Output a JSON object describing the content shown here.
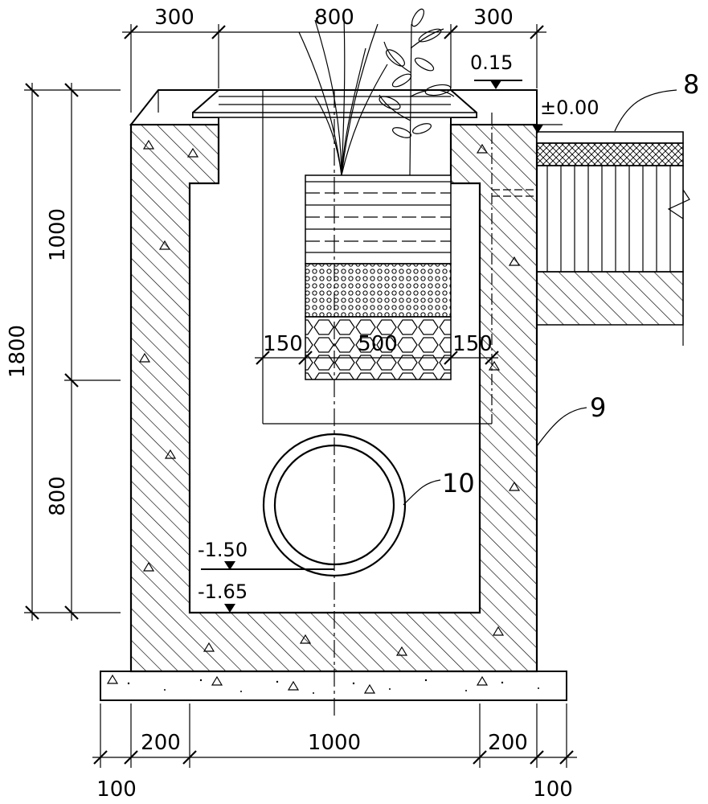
{
  "dimensions": {
    "top_left": "300",
    "top_middle": "800",
    "top_right": "300",
    "left_total": "1800",
    "left_upper": "1000",
    "left_lower": "800",
    "inner_left": "150",
    "inner_middle": "500",
    "inner_right": "150",
    "bottom_left_outer": "100",
    "bottom_left_wall": "200",
    "bottom_middle": "1000",
    "bottom_right_wall": "200",
    "bottom_right_outer": "100"
  },
  "elevations": {
    "top_edge": "0.15",
    "ground": "±0.00",
    "pipe_invert": "-1.50",
    "chamber_floor": "-1.65"
  },
  "callouts": {
    "pavement": "8",
    "chamber_wall": "9",
    "pipe": "10"
  }
}
